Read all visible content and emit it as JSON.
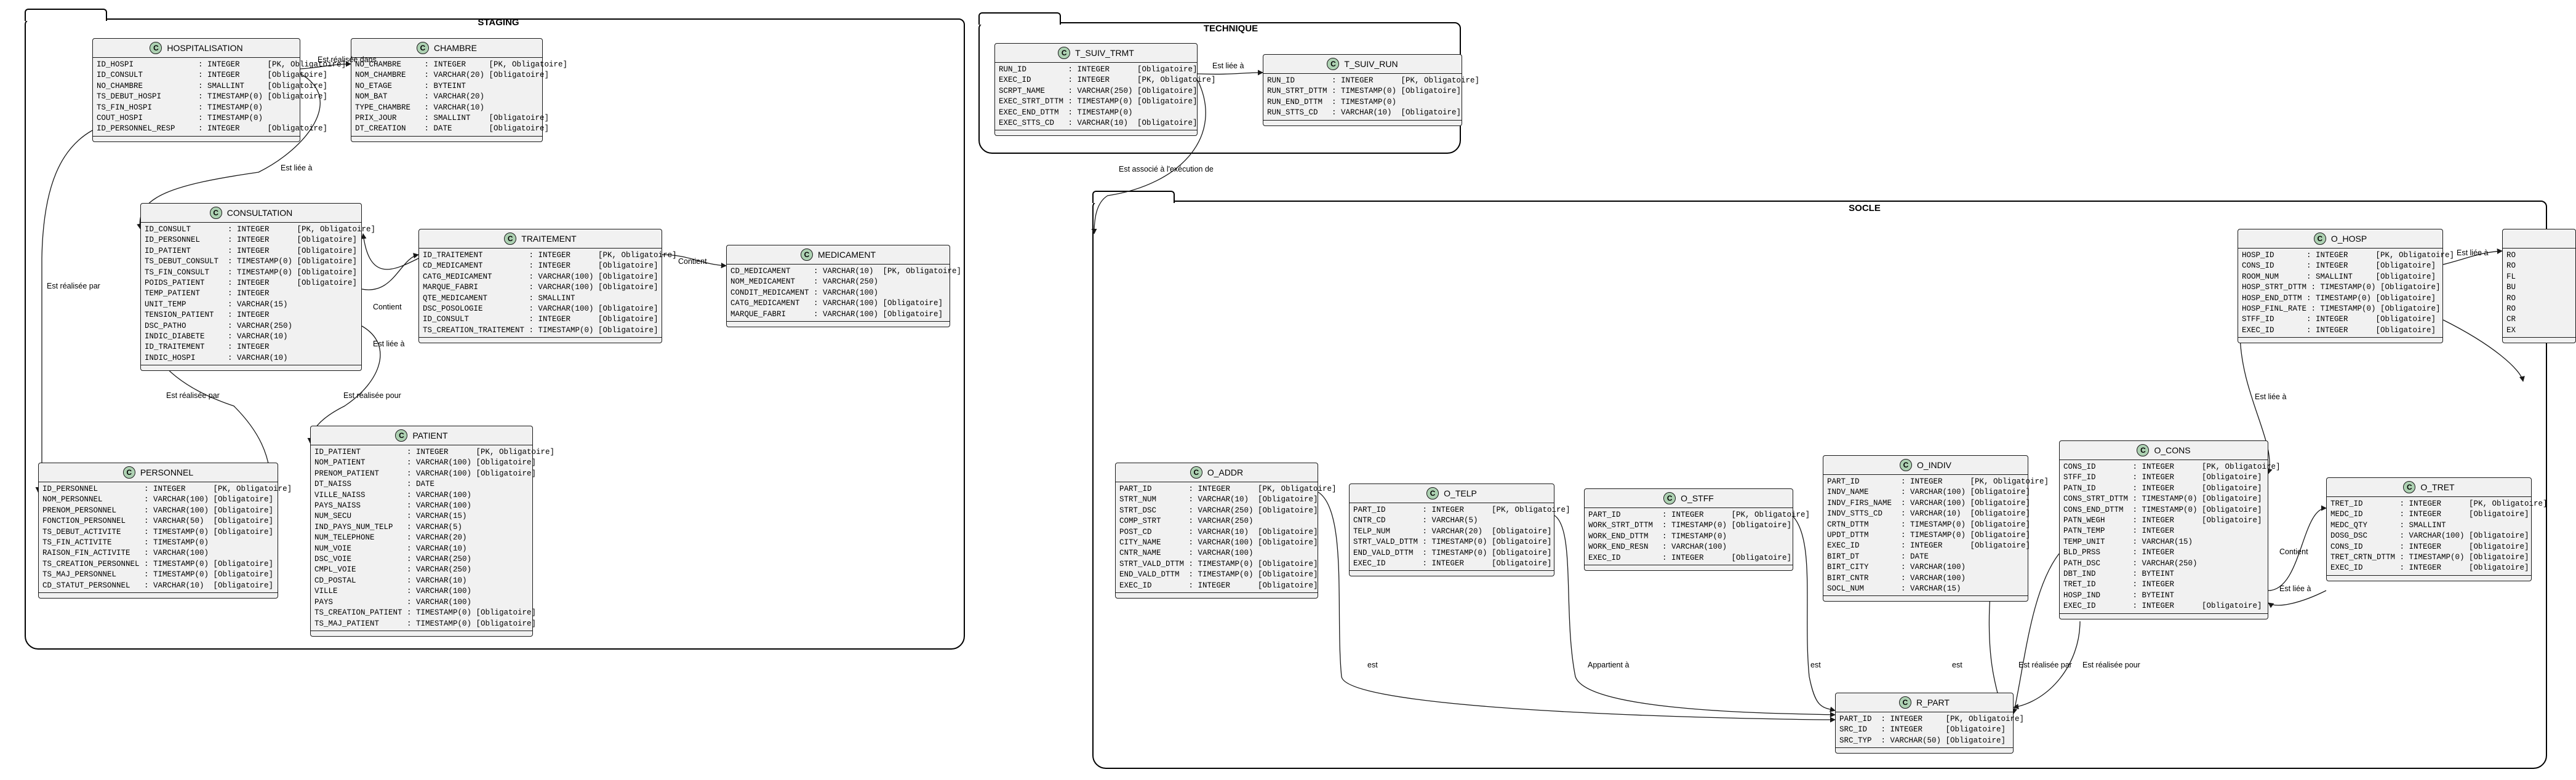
{
  "packages": {
    "staging": {
      "title": "STAGING"
    },
    "technique": {
      "title": "TECHNIQUE"
    },
    "socle": {
      "title": "SOCLE"
    }
  },
  "entities": {
    "hospitalisation": {
      "name": "HOSPITALISATION",
      "icon": "C",
      "attributes": [
        "ID_HOSPI              : INTEGER      [PK, Obligatoire]",
        "ID_CONSULT            : INTEGER      [Obligatoire]",
        "NO_CHAMBRE            : SMALLINT     [Obligatoire]",
        "TS_DEBUT_HOSPI        : TIMESTAMP(0) [Obligatoire]",
        "TS_FIN_HOSPI          : TIMESTAMP(0)",
        "COUT_HOSPI            : TIMESTAMP(0)",
        "ID_PERSONNEL_RESP     : INTEGER      [Obligatoire]"
      ]
    },
    "chambre": {
      "name": "CHAMBRE",
      "icon": "C",
      "attributes": [
        "NO_CHAMBRE     : INTEGER     [PK, Obligatoire]",
        "NOM_CHAMBRE    : VARCHAR(20) [Obligatoire]",
        "NO_ETAGE       : BYTEINT",
        "NOM_BAT        : VARCHAR(20)",
        "TYPE_CHAMBRE   : VARCHAR(10)",
        "PRIX_JOUR      : SMALLINT    [Obligatoire]",
        "DT_CREATION    : DATE        [Obligatoire]"
      ]
    },
    "consultation": {
      "name": "CONSULTATION",
      "icon": "C",
      "attributes": [
        "ID_CONSULT        : INTEGER      [PK, Obligatoire]",
        "ID_PERSONNEL      : INTEGER      [Obligatoire]",
        "ID_PATIENT        : INTEGER      [Obligatoire]",
        "TS_DEBUT_CONSULT  : TIMESTAMP(0) [Obligatoire]",
        "TS_FIN_CONSULT    : TIMESTAMP(0) [Obligatoire]",
        "POIDS_PATIENT     : INTEGER      [Obligatoire]",
        "TEMP_PATIENT      : INTEGER",
        "UNIT_TEMP         : VARCHAR(15)",
        "TENSION_PATIENT   : INTEGER",
        "DSC_PATHO         : VARCHAR(250)",
        "INDIC_DIABETE     : VARCHAR(10)",
        "ID_TRAITEMENT     : INTEGER",
        "INDIC_HOSPI       : VARCHAR(10)"
      ]
    },
    "traitement": {
      "name": "TRAITEMENT",
      "icon": "C",
      "attributes": [
        "ID_TRAITEMENT          : INTEGER      [PK, Obligatoire]",
        "CD_MEDICAMENT          : INTEGER      [Obligatoire]",
        "CATG_MEDICAMENT        : VARCHAR(100) [Obligatoire]",
        "MARQUE_FABRI           : VARCHAR(100) [Obligatoire]",
        "QTE_MEDICAMENT         : SMALLINT",
        "DSC_POSOLOGIE          : VARCHAR(100) [Obligatoire]",
        "ID_CONSULT             : INTEGER      [Obligatoire]",
        "TS_CREATION_TRAITEMENT : TIMESTAMP(0) [Obligatoire]"
      ]
    },
    "medicament": {
      "name": "MEDICAMENT",
      "icon": "C",
      "attributes": [
        "CD_MEDICAMENT     : VARCHAR(10)  [PK, Obligatoire]",
        "NOM_MEDICAMENT    : VARCHAR(250)",
        "CONDIT_MEDICAMENT : VARCHAR(100)",
        "CATG_MEDICAMENT   : VARCHAR(100) [Obligatoire]",
        "MARQUE_FABRI      : VARCHAR(100) [Obligatoire]"
      ]
    },
    "personnel": {
      "name": "PERSONNEL",
      "icon": "C",
      "attributes": [
        "ID_PERSONNEL          : INTEGER      [PK, Obligatoire]",
        "NOM_PERSONNEL         : VARCHAR(100) [Obligatoire]",
        "PRENOM_PERSONNEL      : VARCHAR(100) [Obligatoire]",
        "FONCTION_PERSONNEL    : VARCHAR(50)  [Obligatoire]",
        "TS_DEBUT_ACTIVITE     : TIMESTAMP(0) [Obligatoire]",
        "TS_FIN_ACTIVITE       : TIMESTAMP(0)",
        "RAISON_FIN_ACTIVITE   : VARCHAR(100)",
        "TS_CREATION_PERSONNEL : TIMESTAMP(0) [Obligatoire]",
        "TS_MAJ_PERSONNEL      : TIMESTAMP(0) [Obligatoire]",
        "CD_STATUT_PERSONNEL   : VARCHAR(10)  [Obligatoire]"
      ]
    },
    "patient": {
      "name": "PATIENT",
      "icon": "C",
      "attributes": [
        "ID_PATIENT          : INTEGER      [PK, Obligatoire]",
        "NOM_PATIENT         : VARCHAR(100) [Obligatoire]",
        "PRENOM_PATIENT      : VARCHAR(100) [Obligatoire]",
        "DT_NAISS            : DATE",
        "VILLE_NAISS         : VARCHAR(100)",
        "PAYS_NAISS          : VARCHAR(100)",
        "NUM_SECU            : VARCHAR(15)",
        "IND_PAYS_NUM_TELP   : VARCHAR(5)",
        "NUM_TELEPHONE       : VARCHAR(20)",
        "NUM_VOIE            : VARCHAR(10)",
        "DSC_VOIE            : VARCHAR(250)",
        "CMPL_VOIE           : VARCHAR(250)",
        "CD_POSTAL           : VARCHAR(10)",
        "VILLE               : VARCHAR(100)",
        "PAYS                : VARCHAR(100)",
        "TS_CREATION_PATIENT : TIMESTAMP(0) [Obligatoire]",
        "TS_MAJ_PATIENT      : TIMESTAMP(0) [Obligatoire]"
      ]
    },
    "t_suiv_trmt": {
      "name": "T_SUIV_TRMT",
      "icon": "C",
      "attributes": [
        "RUN_ID         : INTEGER      [Obligatoire]",
        "EXEC_ID        : INTEGER      [PK, Obligatoire]",
        "SCRPT_NAME     : VARCHAR(250) [Obligatoire]",
        "EXEC_STRT_DTTM : TIMESTAMP(0) [Obligatoire]",
        "EXEC_END_DTTM  : TIMESTAMP(0)",
        "EXEC_STTS_CD   : VARCHAR(10)  [Obligatoire]"
      ]
    },
    "t_suiv_run": {
      "name": "T_SUIV_RUN",
      "icon": "C",
      "attributes": [
        "RUN_ID        : INTEGER      [PK, Obligatoire]",
        "RUN_STRT_DTTM : TIMESTAMP(0) [Obligatoire]",
        "RUN_END_DTTM  : TIMESTAMP(0)",
        "RUN_STTS_CD   : VARCHAR(10)  [Obligatoire]"
      ]
    },
    "o_hosp": {
      "name": "O_HOSP",
      "icon": "C",
      "attributes": [
        "HOSP_ID       : INTEGER      [PK, Obligatoire]",
        "CONS_ID       : INTEGER      [Obligatoire]",
        "ROOM_NUM      : SMALLINT     [Obligatoire]",
        "HOSP_STRT_DTTM : TIMESTAMP(0) [Obligatoire]",
        "HOSP_END_DTTM : TIMESTAMP(0) [Obligatoire]",
        "HOSP_FINL_RATE : TIMESTAMP(0) [Obligatoire]",
        "STFF_ID       : INTEGER      [Obligatoire]",
        "EXEC_ID       : INTEGER      [Obligatoire]"
      ]
    },
    "o_addr": {
      "name": "O_ADDR",
      "icon": "C",
      "attributes": [
        "PART_ID        : INTEGER      [PK, Obligatoire]",
        "STRT_NUM       : VARCHAR(10)  [Obligatoire]",
        "STRT_DSC       : VARCHAR(250) [Obligatoire]",
        "COMP_STRT      : VARCHAR(250)",
        "POST_CD        : VARCHAR(10)  [Obligatoire]",
        "CITY_NAME      : VARCHAR(100) [Obligatoire]",
        "CNTR_NAME      : VARCHAR(100)",
        "STRT_VALD_DTTM : TIMESTAMP(0) [Obligatoire]",
        "END_VALD_DTTM  : TIMESTAMP(0) [Obligatoire]",
        "EXEC_ID        : INTEGER      [Obligatoire]"
      ]
    },
    "o_telp": {
      "name": "O_TELP",
      "icon": "C",
      "attributes": [
        "PART_ID        : INTEGER      [PK, Obligatoire]",
        "CNTR_CD        : VARCHAR(5)",
        "TELP_NUM       : VARCHAR(20)  [Obligatoire]",
        "STRT_VALD_DTTM : TIMESTAMP(0) [Obligatoire]",
        "END_VALD_DTTM  : TIMESTAMP(0) [Obligatoire]",
        "EXEC_ID        : INTEGER      [Obligatoire]"
      ]
    },
    "o_stff": {
      "name": "O_STFF",
      "icon": "C",
      "attributes": [
        "PART_ID         : INTEGER      [PK, Obligatoire]",
        "WORK_STRT_DTTM  : TIMESTAMP(0) [Obligatoire]",
        "WORK_END_DTTM   : TIMESTAMP(0)",
        "WORK_END_RESN   : VARCHAR(100)",
        "EXEC_ID         : INTEGER      [Obligatoire]"
      ]
    },
    "o_indiv": {
      "name": "O_INDIV",
      "icon": "C",
      "attributes": [
        "PART_ID         : INTEGER      [PK, Obligatoire]",
        "INDV_NAME       : VARCHAR(100) [Obligatoire]",
        "INDV_FIRS_NAME  : VARCHAR(100) [Obligatoire]",
        "INDV_STTS_CD    : VARCHAR(10)  [Obligatoire]",
        "CRTN_DTTM       : TIMESTAMP(0) [Obligatoire]",
        "UPDT_DTTM       : TIMESTAMP(0) [Obligatoire]",
        "EXEC_ID         : INTEGER      [Obligatoire]",
        "BIRT_DT         : DATE",
        "BIRT_CITY       : VARCHAR(100)",
        "BIRT_CNTR       : VARCHAR(100)",
        "SOCL_NUM        : VARCHAR(15)"
      ]
    },
    "o_cons": {
      "name": "O_CONS",
      "icon": "C",
      "attributes": [
        "CONS_ID        : INTEGER      [PK, Obligatoire]",
        "STFF_ID        : INTEGER      [Obligatoire]",
        "PATN_ID        : INTEGER      [Obligatoire]",
        "CONS_STRT_DTTM : TIMESTAMP(0) [Obligatoire]",
        "CONS_END_DTTM  : TIMESTAMP(0) [Obligatoire]",
        "PATN_WEGH      : INTEGER      [Obligatoire]",
        "PATN_TEMP      : INTEGER",
        "TEMP_UNIT      : VARCHAR(15)",
        "BLD_PRSS       : INTEGER",
        "PATH_DSC       : VARCHAR(250)",
        "DBT_IND        : BYTEINT",
        "TRET_ID        : INTEGER",
        "HOSP_IND       : BYTEINT",
        "EXEC_ID        : INTEGER      [Obligatoire]"
      ]
    },
    "o_tret": {
      "name": "O_TRET",
      "icon": "C",
      "attributes": [
        "TRET_ID        : INTEGER      [PK, Obligatoire]",
        "MEDC_ID        : INTEGER      [Obligatoire]",
        "MEDC_QTY       : SMALLINT",
        "DOSG_DSC       : VARCHAR(100) [Obligatoire]",
        "CONS_ID        : INTEGER      [Obligatoire]",
        "TRET_CRTN_DTTM : TIMESTAMP(0) [Obligatoire]",
        "EXEC_ID        : INTEGER      [Obligatoire]"
      ]
    },
    "r_part": {
      "name": "R_PART",
      "icon": "C",
      "attributes": [
        "PART_ID  : INTEGER     [PK, Obligatoire]",
        "SRC_ID   : INTEGER     [Obligatoire]",
        "SRC_TYP  : VARCHAR(50) [Obligatoire]"
      ]
    },
    "o_room": {
      "name": "",
      "icon": "",
      "attributes": [
        "RO",
        "RO",
        "FL",
        "BU",
        "RO",
        "RO",
        "CR",
        "EX"
      ]
    }
  },
  "relations": {
    "hosp_chambre": "Est réalisée dans",
    "hosp_consult": "Est liée à",
    "hosp_personnel": "Est réalisée par",
    "consult_personnel": "Est réalisée par",
    "consult_patient": "Est réalisée pour",
    "traitement_consult": "Est liée à",
    "consult_traitement": "Contient",
    "traitement_medicament": "Contient",
    "trmt_run": "Est liée à",
    "technique_socle": "Est associé à l'exécution de",
    "hosp_room": "Est liée à",
    "hosp_cons": "Est liée à",
    "cons_tret": "Contient",
    "tret_cons": "Est liée à",
    "addr_part": "est",
    "telp_part": "Appartient à",
    "stff_part": "est",
    "indiv_part": "est",
    "cons_part_by": "Est réalisée par",
    "cons_part_for": "Est réalisée pour"
  }
}
